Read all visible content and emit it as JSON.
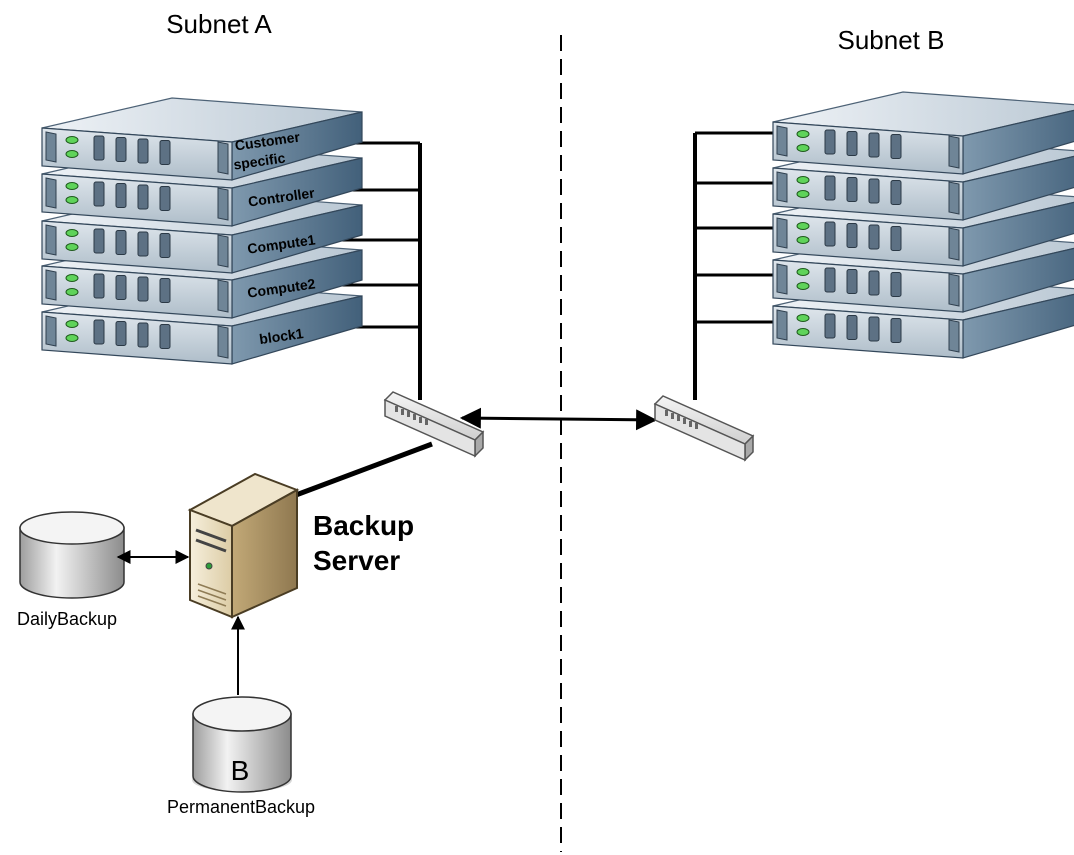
{
  "subnets": {
    "a_label": "Subnet A",
    "b_label": "Subnet B"
  },
  "subnet_a_servers": [
    {
      "line1": "Customer",
      "line2": "specific"
    },
    {
      "line1": "Controller",
      "line2": ""
    },
    {
      "line1": "Compute1",
      "line2": ""
    },
    {
      "line1": "Compute2",
      "line2": ""
    },
    {
      "line1": "block1",
      "line2": ""
    }
  ],
  "subnet_b_server_count": 5,
  "backup_server": {
    "line1": "Backup",
    "line2": "Server"
  },
  "storage": {
    "daily": {
      "label": "DailyBackup",
      "mark": ""
    },
    "permanent": {
      "label": "PermanentBackup",
      "mark": "B"
    }
  },
  "icons": {
    "rack_server": "rack-server-icon",
    "switch": "network-switch-icon",
    "tower": "tower-server-icon",
    "disk": "database-disk-icon"
  },
  "colors": {
    "rack_top": "#d9e2ea",
    "rack_front": "#c4d0da",
    "rack_side": "#5d7a92",
    "led": "#5fd35a",
    "tower": "#e8dcc0",
    "line": "#000000"
  }
}
